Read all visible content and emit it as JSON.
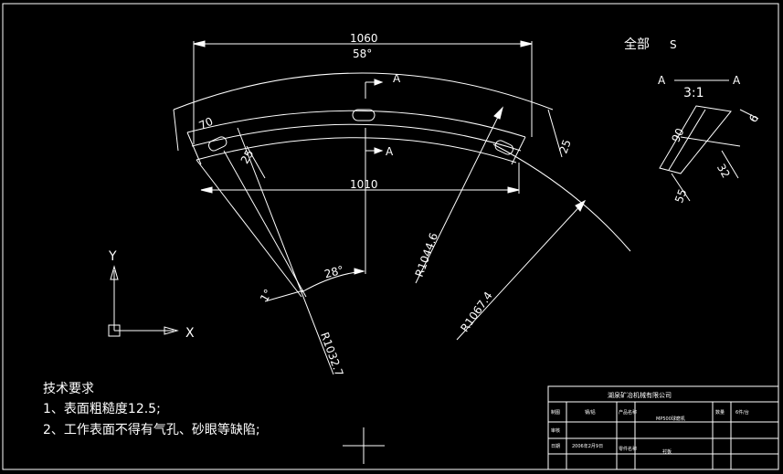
{
  "drawing": {
    "colors": {
      "background": "#000000",
      "line": "#ffffff"
    },
    "main_view": {
      "dims": {
        "top_length": "1060",
        "top_angle": "58°",
        "bottom_length": "1010",
        "left_width": "70",
        "left_offset": "25",
        "right_offset": "25",
        "angle_center": "28°",
        "angle_small": "1°",
        "radius_1": "R1044.6",
        "radius_2": "R1067.4",
        "radius_3": "R1032.7"
      },
      "section_marks": [
        "A",
        "A"
      ]
    },
    "detail": {
      "title_left": "A",
      "scale": "3:1",
      "title_right": "A",
      "dims": {
        "d90": "90",
        "d6": "6",
        "d32": "32",
        "d55": "55"
      }
    },
    "roughness": {
      "label": "全部",
      "symbol": "S"
    },
    "ucs": {
      "x": "X",
      "y": "Y"
    },
    "notes": {
      "title": "技术要求",
      "line1": "1、表面粗糙度12.5;",
      "line2": "2、工作表面不得有气孔、砂眼等缺陷;"
    },
    "title_block": {
      "company": "湖泉矿冶机械有限公司",
      "r1c1": "制图",
      "r1c2": "钢/铝",
      "r1c3": "产品名称",
      "part_name": "MP500球磨机",
      "r1c5": "数量",
      "qty": "6件/台",
      "r2c1": "审核",
      "r3c1": "日期",
      "date": "2006年2月9日",
      "r3c3": "零件名称",
      "part_desc": "衬板"
    }
  }
}
